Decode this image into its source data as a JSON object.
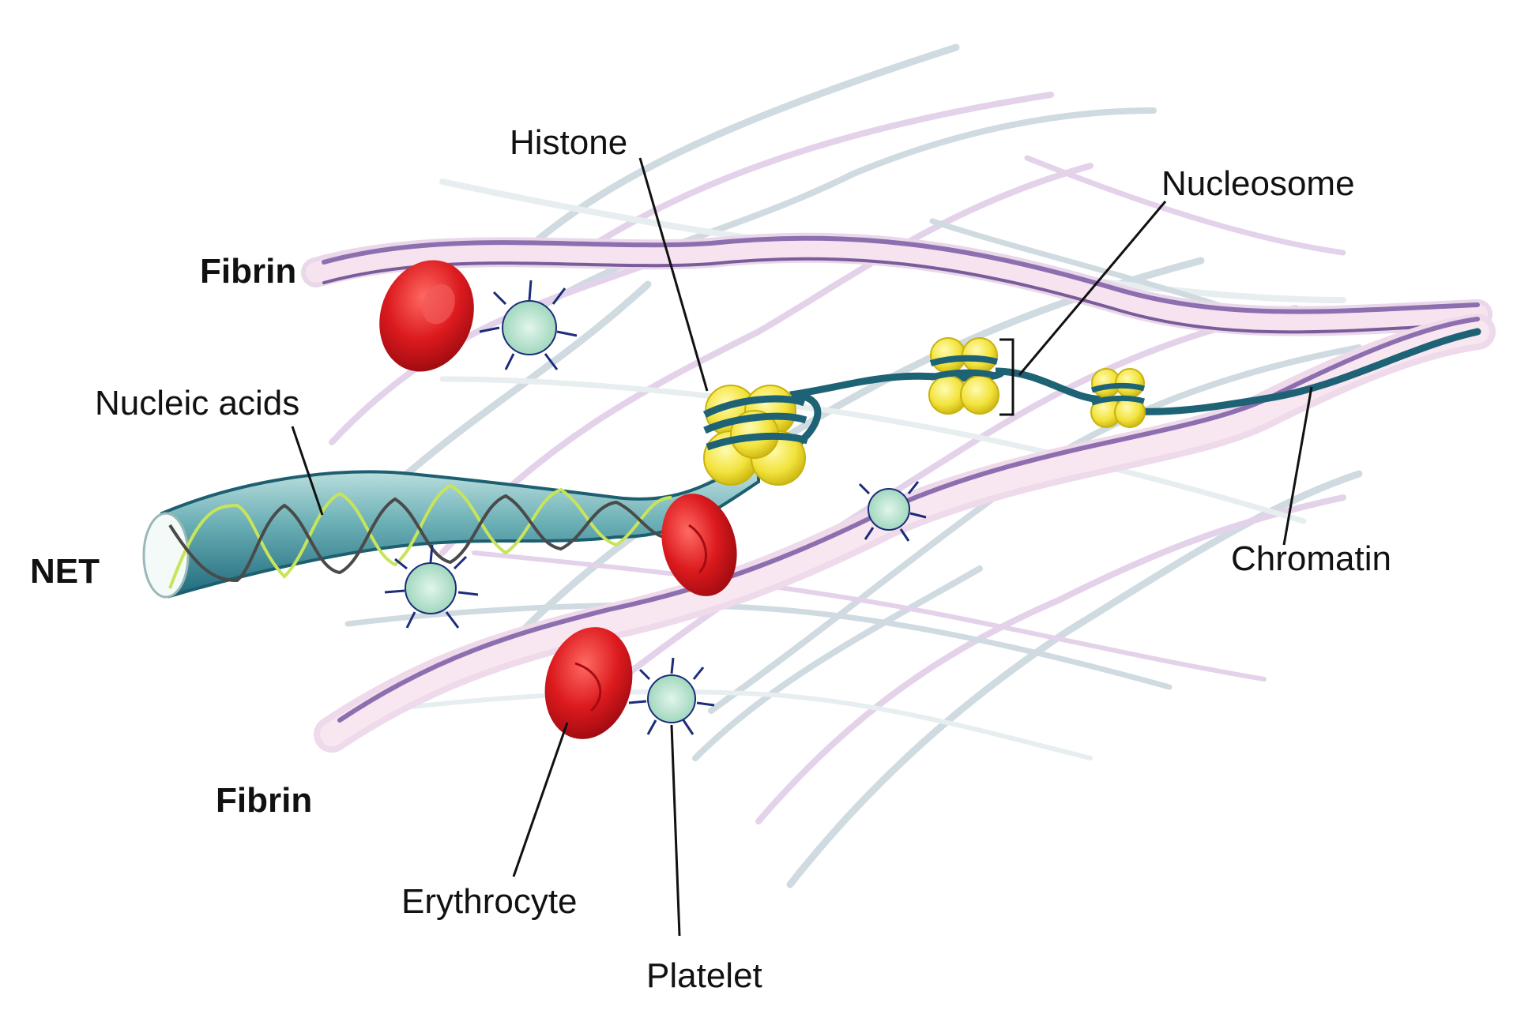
{
  "labels": {
    "histone": "Histone",
    "nucleosome": "Nucleosome",
    "fibrin_top": "Fibrin",
    "nucleic_acids": "Nucleic acids",
    "net": "NET",
    "chromatin": "Chromatin",
    "fibrin_bottom": "Fibrin",
    "erythrocyte": "Erythrocyte",
    "platelet": "Platelet"
  },
  "colors": {
    "background_fiber_grey": "#cfdbe0",
    "background_fiber_lilac": "#e3d2ea",
    "fibrin_purple": "#7a5c9a",
    "fibrin_pink": "#f3dbe8",
    "chromatin_teal": "#1e6276",
    "dna_tube": "#4d9aa8",
    "histone_yellow": "#f2e33c",
    "erythrocyte_red": "#d7141c",
    "platelet_green": "#a8dcc4",
    "platelet_outline": "#1c2c7a"
  }
}
